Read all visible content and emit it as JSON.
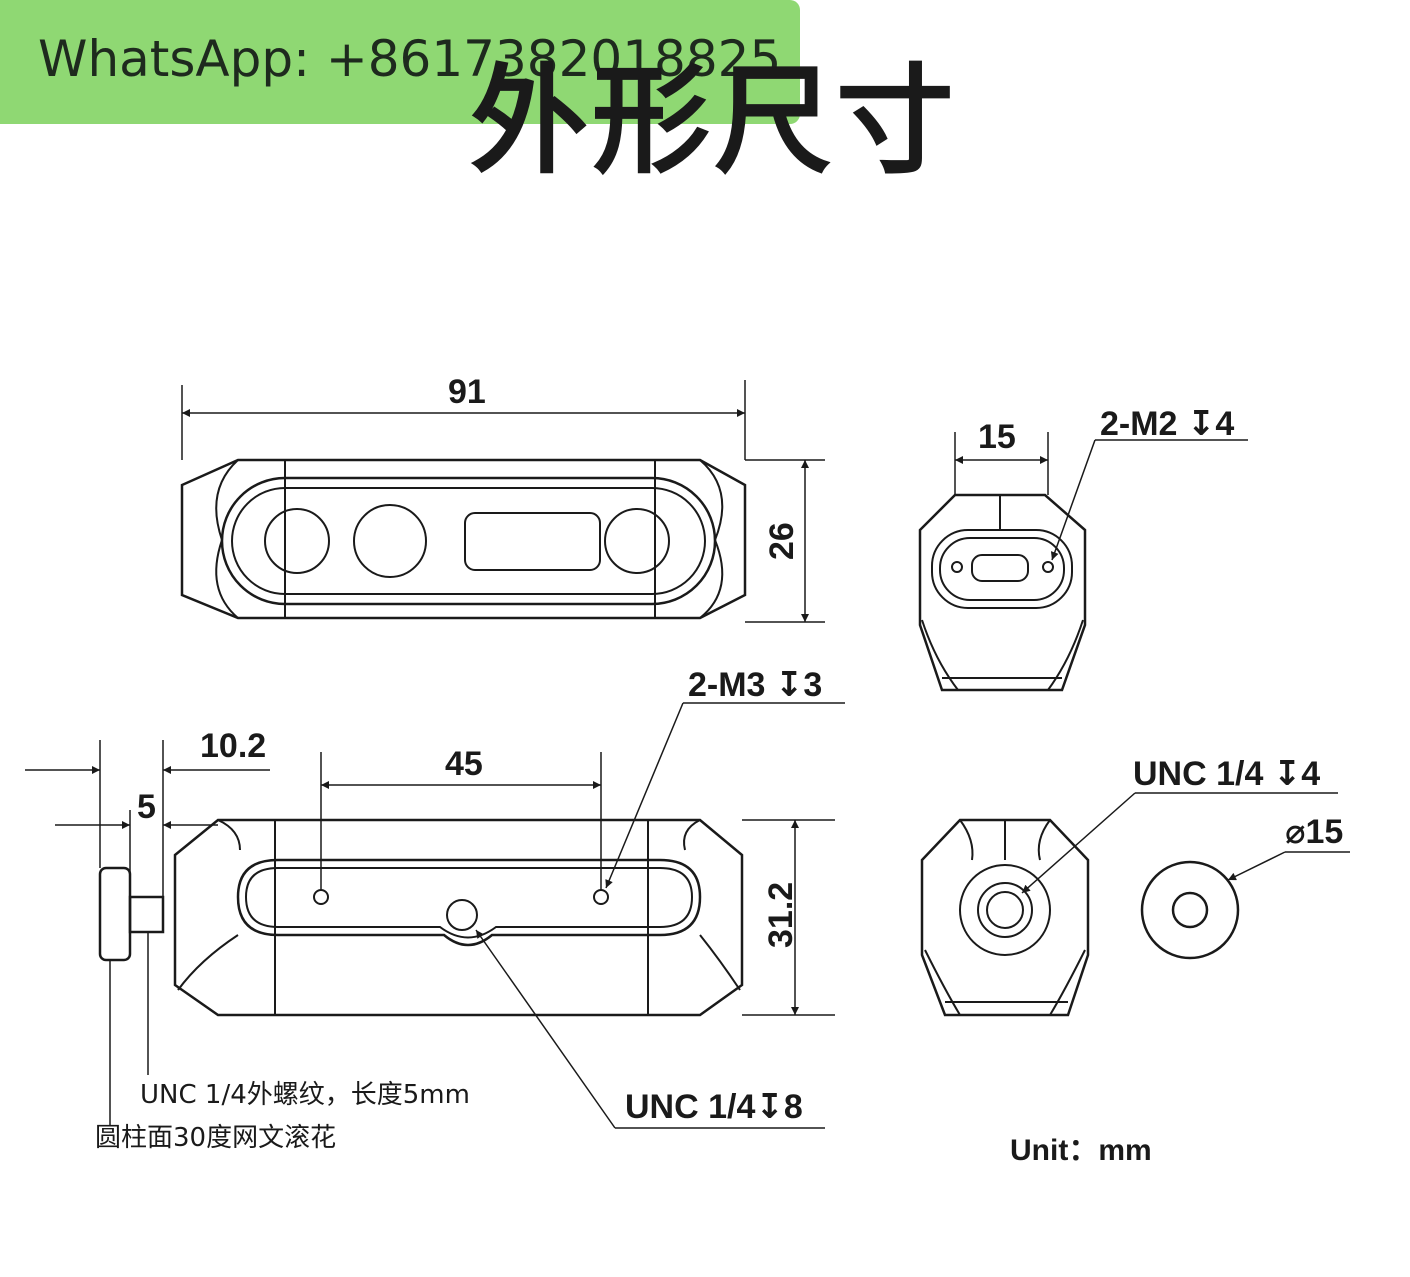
{
  "banner": {
    "text": "WhatsApp: +8617382018825",
    "color": "#8fd873"
  },
  "title": "外形尺寸",
  "dimensions": {
    "top_view_length": "91",
    "top_view_height": "26",
    "end_view_width": "15",
    "end_view_thread": "2-M2 ↧4",
    "side_thread": "2-M3 ↧3",
    "bolt_offset": "10.2",
    "bolt_length": "5",
    "hole_spacing": "45",
    "side_height": "31.2",
    "bottom_thread": "UNC 1/4↧8",
    "end_bottom_thread": "UNC 1/4 ↧4",
    "washer_diameter": "⌀15"
  },
  "notes": {
    "bolt_line1": "UNC 1/4外螺纹，长度5mm",
    "bolt_line2": "圆柱面30度网文滚花",
    "unit": "Unit：mm"
  }
}
